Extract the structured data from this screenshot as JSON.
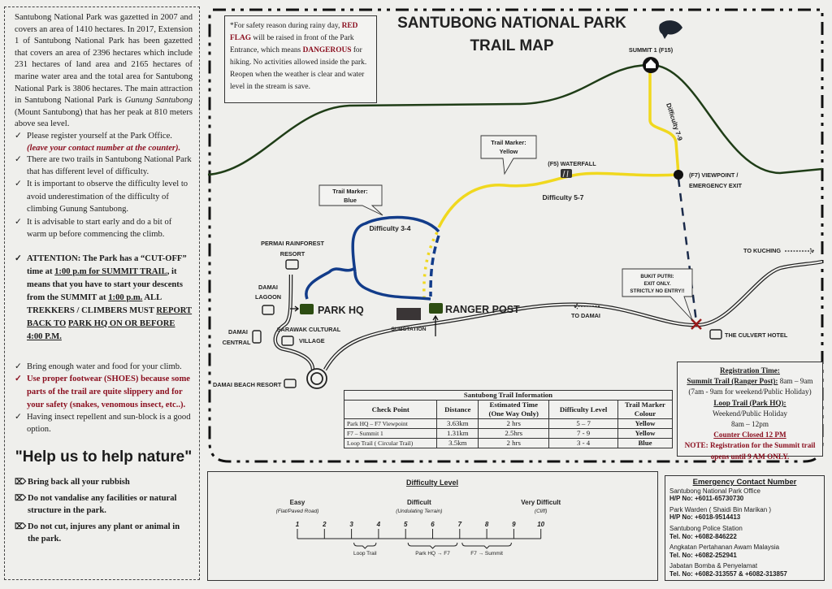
{
  "left_panel": {
    "intro": [
      "Santubong National Park was gazetted in 2007 and covers an area of 1410 hectares. In 2017, Extension 1 of Santubong National Park has been gazetted that covers an area of 2396 hectares which include 231 hectares of land area and 2165 hectares of marine water area and the total area for Santubong National Park is 3806 hectares. The main attraction in Santubong National Park is ",
      "Gunung Santubong",
      " (Mount Santubong) that has her peak at 810 meters above sea level."
    ],
    "check_mark": "✓",
    "checks": [
      {
        "text": "Please register yourself at the Park Office.",
        "note": "(leave your contact number at the counter)."
      },
      {
        "text": "There are two trails in Santubong National Park that has different level of difficulty."
      },
      {
        "text": "It is important to observe the difficulty level to avoid underestimation of the difficulty of climbing Gunung Santubong."
      },
      {
        "text": "It is advisable to start early and do a bit of warm up before commencing the climb."
      }
    ],
    "attention": [
      "ATTENTION: The Park has a “CUT-OFF” time at ",
      "1:00 p.m for SUMMIT TRAIL",
      ", it means that you have to start your descents from the SUMMIT at ",
      "1:00 p.m.",
      " ALL TREKKERS / CLIMBERS MUST ",
      "REPORT BACK TO",
      " ",
      "PARK HQ ON OR BEFORE 4:00 P.M."
    ],
    "checks2": [
      {
        "text": "Bring enough water and food for your climb.",
        "color": "dark"
      },
      {
        "text": "Use proper footwear (SHOES) because some parts of the trail are quite slippery and for your safety (snakes, venomous insect, etc..).",
        "color": "red"
      },
      {
        "text": "Having insect repellent and sun-block is a good option.",
        "color": "dark"
      }
    ],
    "slogan": "\"Help us to help nature\"",
    "x_mark": "⌦",
    "donts": [
      "Bring back all your rubbish",
      "Do not vandalise any facilities or natural structure in the park.",
      "Do not cut, injures any plant or animal in the park."
    ]
  },
  "safety_notice": [
    "*For safety reason during rainy day, ",
    "RED FLAG",
    " will be raised in front of the Park Entrance, which means ",
    "DANGEROUS",
    " for hiking. No activities allowed inside the park. Reopen when the weather is clear and water level in the stream is save."
  ],
  "map": {
    "title_line1": "SANTUBONG NATIONAL PARK",
    "title_line2": "TRAIL MAP",
    "summit": "SUMMIT 1 (F15)",
    "difficulty_summit": "Difficulty 7-9",
    "yellow_marker": [
      "Trail Marker:",
      "Yellow"
    ],
    "waterfall": "(F5) WATERFALL",
    "difficulty_yellow": "Difficulty  5-7",
    "viewpoint": [
      "(F7) VIEWPOINT /",
      "EMERGENCY EXIT"
    ],
    "blue_marker": [
      "Trail Marker:",
      "Blue"
    ],
    "difficulty_blue": "Difficulty  3-4",
    "permai": [
      "PERMAI RAINFOREST",
      "RESORT"
    ],
    "lagoon": [
      "DAMAI",
      "LAGOON"
    ],
    "park_hq": "PARK HQ",
    "ranger_post": "RANGER POST",
    "substation": "SUBSTATION",
    "central": [
      "DAMAI",
      "CENTRAL"
    ],
    "cultural": [
      "SARAWAK CULTURAL",
      "VILLAGE"
    ],
    "beach_resort": "DAMAI BEACH RESORT",
    "to_kuching": "TO KUCHING",
    "to_damai": "TO DAMAI",
    "bukit_putri": [
      "BUKIT PUTRI:",
      "EXIT ONLY.",
      "STRICTLY NO ENTRY!!"
    ],
    "culvert": "THE CULVERT HOTEL",
    "colors": {
      "ridge": "#1f3d17",
      "yellow_trail": "#f0d81e",
      "blue_trail": "#123c8a",
      "hq_marker": "#2d4d12",
      "no_entry": "#9a1a1a"
    }
  },
  "trail_table": {
    "title": "Santubong Trail Information",
    "headers": [
      "Check Point",
      "Distance",
      "Estimated Time (One Way Only)",
      "Difficulty Level",
      "Trail Marker Colour"
    ],
    "rows": [
      [
        "Park HQ – F7 Viewpoint",
        "3.63km",
        "2 hrs",
        "5 – 7",
        "Yellow"
      ],
      [
        "F7 – Summit 1",
        "1.31km",
        "2.5hrs",
        "7 - 9",
        "Yellow"
      ],
      [
        "Loop Trail ( Circular Trail)",
        "3.5km",
        "2 hrs",
        "3 - 4",
        "Blue"
      ]
    ]
  },
  "registration": {
    "title": "Registration Time:",
    "summit_label": "Summit Trail (Ranger Post):",
    "summit_time": " 8am – 9am",
    "summit_weekend": "(7am - 9am for weekend/Public Holiday)",
    "loop_label": "Loop Trail (Park HQ):",
    "loop_days": "Weekend/Public Holiday",
    "loop_time": "8am – 12pm",
    "counter": "Counter Closed 12 PM",
    "note": "NOTE: Registration for the Summit trail opens until 9 AM ONLY."
  },
  "difficulty_scale": {
    "title": "Difficulty Level",
    "levels": [
      "1",
      "2",
      "3",
      "4",
      "5",
      "6",
      "7",
      "8",
      "9",
      "10"
    ],
    "anchors": [
      {
        "label": "Easy",
        "sub": "(Flat/Paved Road)",
        "level": 1
      },
      {
        "label": "Difficult",
        "sub": "(Undulating Terrain)",
        "level": 5.5
      },
      {
        "label": "Very Difficult",
        "sub": "(Cliff)",
        "level": 10
      }
    ],
    "ranges": [
      {
        "label": "Loop Trail",
        "from": 3,
        "to": 4
      },
      {
        "label": "Park HQ → F7",
        "from": 5,
        "to": 7
      },
      {
        "label": "F7 → Summit",
        "from": 7,
        "to": 9
      }
    ]
  },
  "emergency": {
    "title": "Emergency Contact Number",
    "contacts": [
      {
        "name": "Santubong National Park Office",
        "number": "H/P No: +6011-65730730"
      },
      {
        "name": "Park Warden ( Shaidi Bin Marikan )",
        "number": "H/P No: +6018-9514413"
      },
      {
        "name": "Santubong Police Station",
        "number": "Tel. No: +6082-846222"
      },
      {
        "name": "Angkatan Pertahanan Awam Malaysia",
        "number": "Tel. No: +6082-252941"
      },
      {
        "name": "Jabatan Bomba & Penyelamat",
        "number": "Tel. No: +6082-313557  &  +6082-313857"
      }
    ]
  }
}
